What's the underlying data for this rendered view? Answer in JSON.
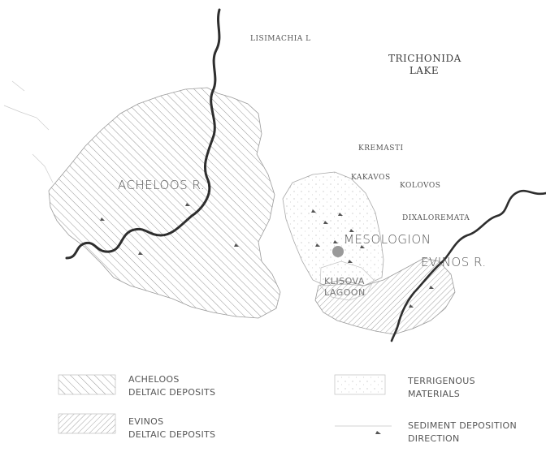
{
  "map": {
    "places": {
      "lisimachia": "LISIMACHIA L",
      "trichonida_line1": "TRICHONIDA",
      "trichonida_line2": "LAKE",
      "kremasti": "KREMASTI",
      "kakavos": "KAKAVOS",
      "kolovos": "KOLOVOS",
      "dixaloremata": "DIXALOREMATA",
      "mesologion": "MESOLOGION",
      "klisova_line1": "KLISOVA",
      "klisova_line2": "LAGOON"
    },
    "rivers": {
      "acheloos": "ACHELOOS R.",
      "evinos": "EVINOS R."
    },
    "colors": {
      "river": "#2e2e2e",
      "hatch": "#8a8a8a",
      "town_dot": "#9a9a9a",
      "text": "#4a4a4a"
    }
  },
  "legend": {
    "acheloos_line1": "ACHELOOS",
    "acheloos_line2": "DELTAIC DEPOSITS",
    "evinos_line1": "EVINOS",
    "evinos_line2": "DELTAIC DEPOSITS",
    "terrigenous_line1": "TERRIGENOUS",
    "terrigenous_line2": "MATERIALS",
    "sediment_line1": "SEDIMENT DEPOSITION",
    "sediment_line2": "DIRECTION"
  }
}
